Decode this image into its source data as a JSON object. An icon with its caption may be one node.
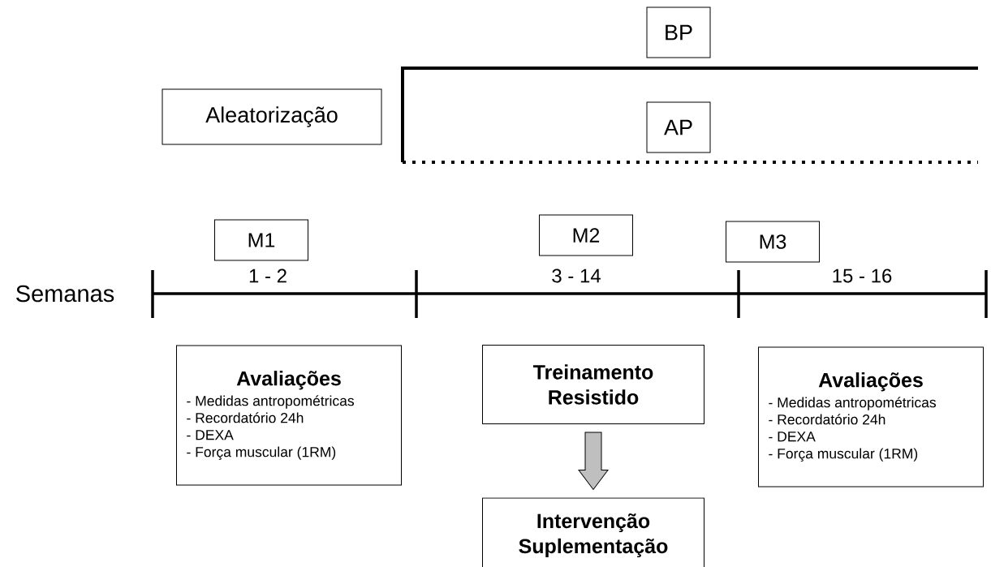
{
  "diagram": {
    "nodes": [
      {
        "text": [
          "Aleatorização"
        ]
      },
      {
        "text": [
          "BP"
        ]
      },
      {
        "text": [
          "AP"
        ]
      },
      {
        "text": [
          "M1"
        ]
      },
      {
        "text": [
          "M2"
        ]
      },
      {
        "text": [
          "M3"
        ]
      },
      {
        "text": [
          "Avaliações",
          "- Medidas antropométricas",
          "- Recordatório 24h",
          "- DEXA",
          "- Força muscular (1RM)"
        ]
      },
      {
        "text": [
          "Treinamento Resistido"
        ]
      },
      {
        "text": [
          "Intervenção Suplementação"
        ]
      },
      {
        "text": [
          "Avaliações",
          "- Medidas antropométricas",
          "- Recordatório 24h",
          "- DEXA",
          "- Força muscular (1RM)"
        ]
      }
    ],
    "edges": [
      {
        "from": 7,
        "to": 8,
        "arrow": "to",
        "color": "#bfbfbf"
      }
    ],
    "labels": [
      "Semanas",
      "1 - 2",
      "3 - 14",
      "15 - 16"
    ]
  }
}
